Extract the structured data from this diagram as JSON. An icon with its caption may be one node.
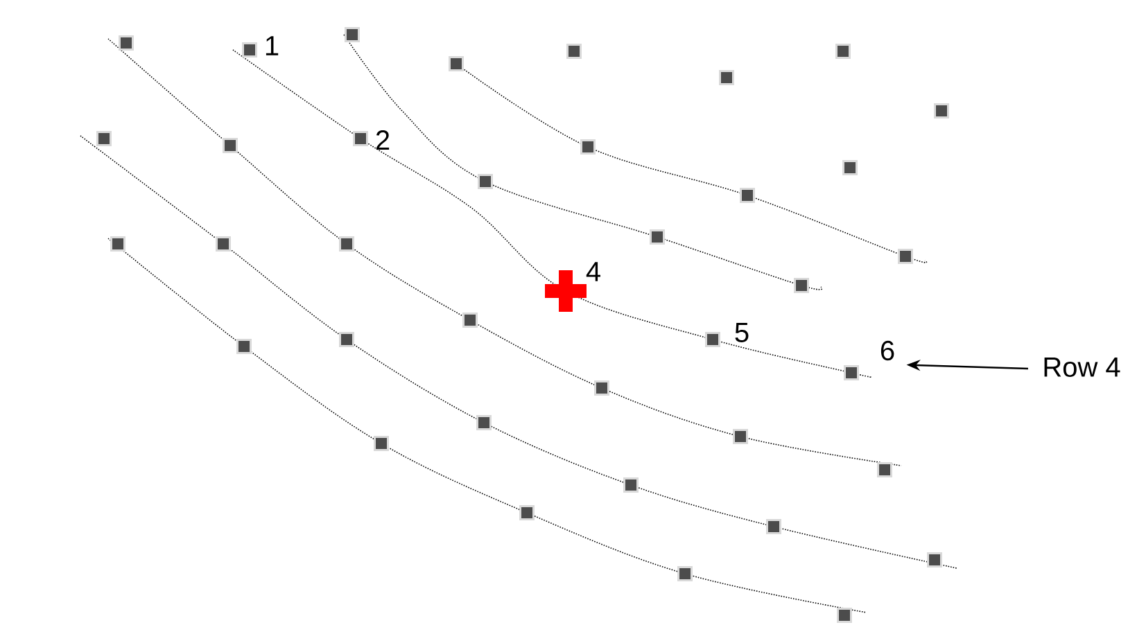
{
  "diagram": {
    "nodes": [
      {
        "text": [
          "Row 4"
        ]
      },
      {
        "text": [
          "6"
        ]
      }
    ],
    "edges": [
      {
        "from": 0,
        "to": 1,
        "arrow": "to"
      }
    ],
    "labels": [
      "1",
      "2",
      "4",
      "5"
    ]
  }
}
